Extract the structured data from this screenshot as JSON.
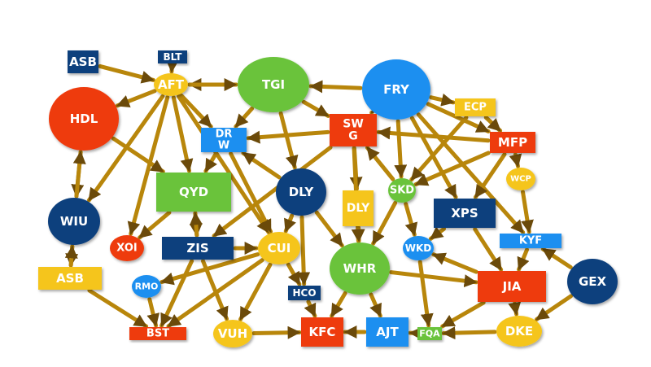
{
  "colors": {
    "navy": "#0d3f7d",
    "green": "#6ac33a",
    "red": "#ee3a0c",
    "yellow": "#f5c51b",
    "blue": "#1b8ff0",
    "edge": "#b8860b",
    "arrowhead": "#6b4a0a"
  },
  "nodes": [
    {
      "id": "ASB1",
      "label": "ASB",
      "color": "navy",
      "shape": "rect"
    },
    {
      "id": "BLT",
      "label": "BLT",
      "color": "navy",
      "shape": "rect"
    },
    {
      "id": "AFT",
      "label": "AFT",
      "color": "yellow",
      "shape": "ellipse"
    },
    {
      "id": "TGI",
      "label": "TGI",
      "color": "green",
      "shape": "ellipse"
    },
    {
      "id": "FRY",
      "label": "FRY",
      "color": "blue",
      "shape": "ellipse"
    },
    {
      "id": "HDL",
      "label": "HDL",
      "color": "red",
      "shape": "ellipse"
    },
    {
      "id": "ECP",
      "label": "ECP",
      "color": "yellow",
      "shape": "rect"
    },
    {
      "id": "SWG",
      "label": "SW\nG",
      "color": "red",
      "shape": "rect"
    },
    {
      "id": "DRW",
      "label": "DR\nW",
      "color": "blue",
      "shape": "rect"
    },
    {
      "id": "MFP",
      "label": "MFP",
      "color": "red",
      "shape": "rect"
    },
    {
      "id": "WCP",
      "label": "WCP",
      "color": "yellow",
      "shape": "ellipse"
    },
    {
      "id": "QYD",
      "label": "QYD",
      "color": "green",
      "shape": "rect"
    },
    {
      "id": "DLY1",
      "label": "DLY",
      "color": "navy",
      "shape": "ellipse"
    },
    {
      "id": "SKD",
      "label": "SKD",
      "color": "green",
      "shape": "ellipse"
    },
    {
      "id": "DLY2",
      "label": "DLY",
      "color": "yellow",
      "shape": "rect"
    },
    {
      "id": "WIU",
      "label": "WIU",
      "color": "navy",
      "shape": "ellipse"
    },
    {
      "id": "XPS",
      "label": "XPS",
      "color": "navy",
      "shape": "rect"
    },
    {
      "id": "XOI",
      "label": "XOI",
      "color": "red",
      "shape": "ellipse"
    },
    {
      "id": "ZIS",
      "label": "ZIS",
      "color": "navy",
      "shape": "rect"
    },
    {
      "id": "CUI",
      "label": "CUI",
      "color": "yellow",
      "shape": "ellipse"
    },
    {
      "id": "KYF",
      "label": "KYF",
      "color": "blue",
      "shape": "rect"
    },
    {
      "id": "WKD",
      "label": "WKD",
      "color": "blue",
      "shape": "ellipse"
    },
    {
      "id": "WHR",
      "label": "WHR",
      "color": "green",
      "shape": "ellipse"
    },
    {
      "id": "ASB2",
      "label": "ASB",
      "color": "yellow",
      "shape": "rect"
    },
    {
      "id": "GEX",
      "label": "GEX",
      "color": "navy",
      "shape": "ellipse"
    },
    {
      "id": "RMO",
      "label": "RMO",
      "color": "blue",
      "shape": "ellipse"
    },
    {
      "id": "HCO",
      "label": "HCO",
      "color": "navy",
      "shape": "rect"
    },
    {
      "id": "JIA",
      "label": "JIA",
      "color": "red",
      "shape": "rect"
    },
    {
      "id": "BST",
      "label": "BST",
      "color": "red",
      "shape": "rect"
    },
    {
      "id": "VUH",
      "label": "VUH",
      "color": "yellow",
      "shape": "ellipse"
    },
    {
      "id": "KFC",
      "label": "KFC",
      "color": "red",
      "shape": "rect"
    },
    {
      "id": "AJT",
      "label": "AJT",
      "color": "blue",
      "shape": "rect"
    },
    {
      "id": "FQA",
      "label": "FQA",
      "color": "green",
      "shape": "rect"
    },
    {
      "id": "DKE",
      "label": "DKE",
      "color": "yellow",
      "shape": "ellipse"
    }
  ],
  "edges": [
    [
      "ASB1",
      "AFT"
    ],
    [
      "BLT",
      "AFT"
    ],
    [
      "TGI",
      "AFT"
    ],
    [
      "AFT",
      "TGI"
    ],
    [
      "FRY",
      "TGI"
    ],
    [
      "FRY",
      "ECP"
    ],
    [
      "AFT",
      "HDL"
    ],
    [
      "AFT",
      "DRW"
    ],
    [
      "AFT",
      "QYD"
    ],
    [
      "AFT",
      "XOI"
    ],
    [
      "AFT",
      "WIU"
    ],
    [
      "AFT",
      "CUI"
    ],
    [
      "TGI",
      "DRW"
    ],
    [
      "TGI",
      "SWG"
    ],
    [
      "TGI",
      "DLY1"
    ],
    [
      "FRY",
      "SWG"
    ],
    [
      "FRY",
      "SKD"
    ],
    [
      "FRY",
      "MFP"
    ],
    [
      "FRY",
      "XPS"
    ],
    [
      "FRY",
      "KYF"
    ],
    [
      "ECP",
      "SKD"
    ],
    [
      "ECP",
      "MFP"
    ],
    [
      "SWG",
      "DRW"
    ],
    [
      "SWG",
      "DLY2"
    ],
    [
      "SWG",
      "ZIS"
    ],
    [
      "SWG",
      "WHR"
    ],
    [
      "MFP",
      "SWG"
    ],
    [
      "MFP",
      "WCP"
    ],
    [
      "MFP",
      "SKD"
    ],
    [
      "MFP",
      "XPS"
    ],
    [
      "WCP",
      "KYF"
    ],
    [
      "HDL",
      "QYD"
    ],
    [
      "HDL",
      "WIU"
    ],
    [
      "WIU",
      "HDL"
    ],
    [
      "WIU",
      "ASB2"
    ],
    [
      "ASB2",
      "WIU"
    ],
    [
      "ASB2",
      "BST"
    ],
    [
      "DRW",
      "QYD"
    ],
    [
      "DRW",
      "CUI"
    ],
    [
      "DLY1",
      "DRW"
    ],
    [
      "DLY1",
      "CUI"
    ],
    [
      "DLY1",
      "HCO"
    ],
    [
      "DLY1",
      "WHR"
    ],
    [
      "QYD",
      "ZIS"
    ],
    [
      "QYD",
      "XOI"
    ],
    [
      "ZIS",
      "QYD"
    ],
    [
      "ZIS",
      "CUI"
    ],
    [
      "ZIS",
      "BST"
    ],
    [
      "ZIS",
      "VUH"
    ],
    [
      "CUI",
      "VUH"
    ],
    [
      "CUI",
      "BST"
    ],
    [
      "CUI",
      "HCO"
    ],
    [
      "DLY2",
      "WHR"
    ],
    [
      "SKD",
      "SWG"
    ],
    [
      "SKD",
      "WHR"
    ],
    [
      "SKD",
      "WKD"
    ],
    [
      "XPS",
      "WKD"
    ],
    [
      "XPS",
      "JIA"
    ],
    [
      "KYF",
      "JIA"
    ],
    [
      "JIA",
      "WKD"
    ],
    [
      "JIA",
      "DKE"
    ],
    [
      "WHR",
      "JIA"
    ],
    [
      "WHR",
      "KFC"
    ],
    [
      "WHR",
      "AJT"
    ],
    [
      "WKD",
      "FQA"
    ],
    [
      "GEX",
      "DKE"
    ],
    [
      "GEX",
      "KYF"
    ],
    [
      "DKE",
      "FQA"
    ],
    [
      "FQA",
      "AJT"
    ],
    [
      "AJT",
      "KFC"
    ],
    [
      "HCO",
      "KFC"
    ],
    [
      "VUH",
      "KFC"
    ],
    [
      "RMO",
      "BST"
    ],
    [
      "CUI",
      "RMO"
    ],
    [
      "JIA",
      "FQA"
    ]
  ]
}
